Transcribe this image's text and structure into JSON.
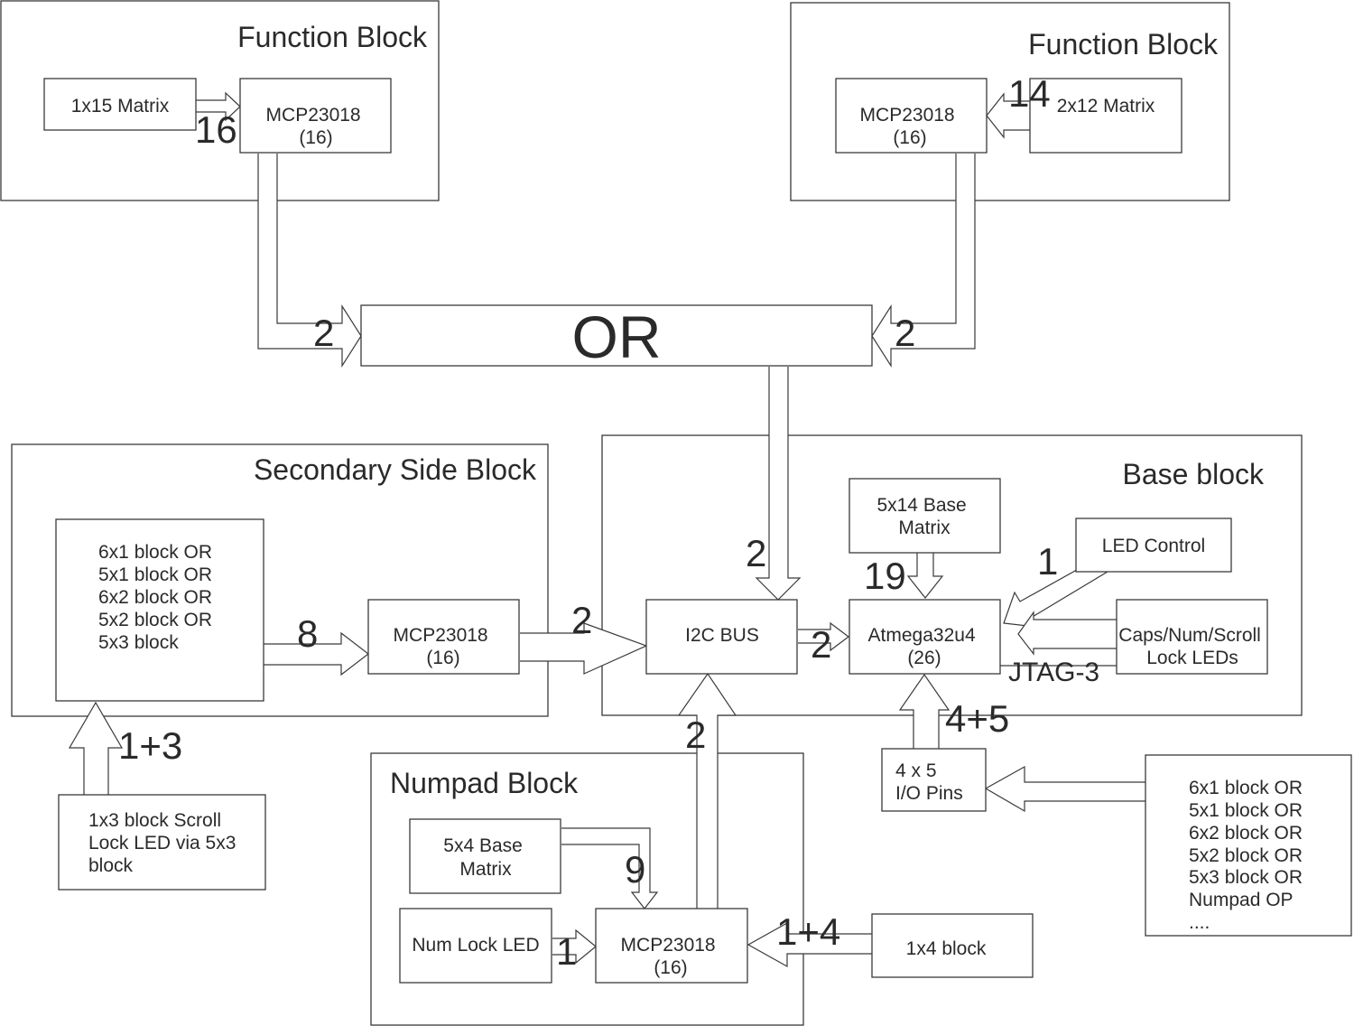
{
  "groups": {
    "function_left": "Function Block",
    "function_right": "Function Block",
    "secondary_side": "Secondary Side Block",
    "base": "Base block",
    "numpad": "Numpad Block"
  },
  "boxes": {
    "matrix_1x15": "1x15 Matrix",
    "mcp_fl": [
      "MCP23018",
      "(16)"
    ],
    "mcp_fr": [
      "MCP23018",
      "(16)"
    ],
    "matrix_2x12": "2x12 Matrix",
    "or_gate": "OR",
    "secondary_blocks": [
      "6x1 block OR",
      "5x1 block OR",
      "6x2 block OR",
      "5x2 block OR",
      "5x3 block"
    ],
    "mcp_sec": [
      "MCP23018",
      "(16)"
    ],
    "i2c_bus": "I2C BUS",
    "base_matrix": [
      "5x14 Base",
      "Matrix"
    ],
    "atmega": [
      "Atmega32u4",
      "(26)"
    ],
    "led_control": "LED Control",
    "lock_leds": [
      "Caps/Num/Scroll",
      "Lock LEDs"
    ],
    "io_pins": [
      "4 x 5",
      "I/O Pins"
    ],
    "scroll_lock_block": [
      "1x3 block Scroll",
      "Lock LED via 5x3",
      "block"
    ],
    "right_list": [
      "6x1 block OR",
      "5x1 block OR",
      "6x2 block OR",
      "5x2 block OR",
      "5x3 block OR",
      "Numpad OP",
      "...."
    ],
    "numpad_matrix": [
      "5x4 Base",
      "Matrix"
    ],
    "num_lock_led": "Num Lock LED",
    "mcp_num": [
      "MCP23018",
      "(16)"
    ],
    "block_1x4": "1x4 block"
  },
  "labels": {
    "n16": "16",
    "n14": "14",
    "n2_or_left": "2",
    "n2_or_right": "2",
    "n2_i2c_top": "2",
    "n19": "19",
    "n1_led": "1",
    "n8": "8",
    "n2_sec": "2",
    "n2_atmega": "2",
    "jtag": "JTAG-3",
    "n4plus5": "4+5",
    "n1plus3": "1+3",
    "n2_numpad": "2",
    "n9": "9",
    "n1_numlock": "1",
    "n1plus4": "1+4"
  }
}
